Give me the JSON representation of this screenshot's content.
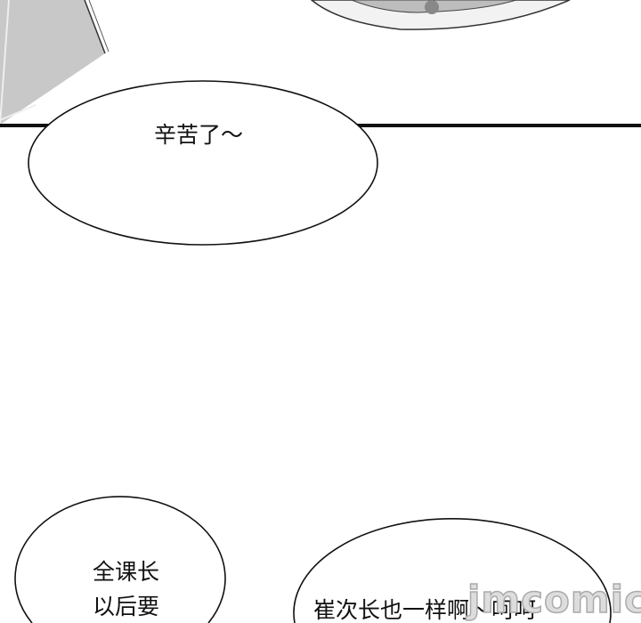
{
  "bubbles": {
    "top": "辛苦了～",
    "bottom_left": [
      "全课长",
      "以后要"
    ],
    "bottom_right": "崔次长也一样啊～呵呵"
  },
  "watermark": "jmcomic"
}
